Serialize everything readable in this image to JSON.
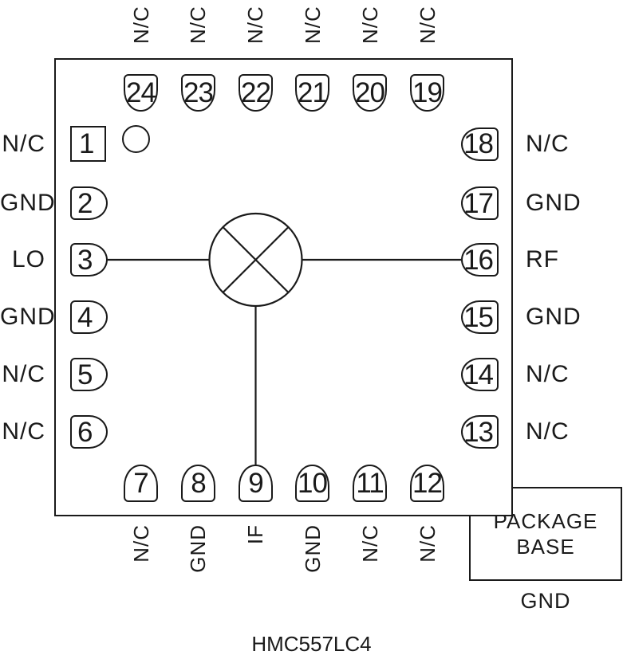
{
  "diagram": {
    "title": "HMC557LC4",
    "package_base": {
      "line1": "PACKAGE",
      "line2": "BASE",
      "ground_label": "GND"
    },
    "mixer_icon": "circle-with-x-mixer-symbol",
    "pins": {
      "top": [
        {
          "number": "24",
          "label": "N/C"
        },
        {
          "number": "23",
          "label": "N/C"
        },
        {
          "number": "22",
          "label": "N/C"
        },
        {
          "number": "21",
          "label": "N/C"
        },
        {
          "number": "20",
          "label": "N/C"
        },
        {
          "number": "19",
          "label": "N/C"
        }
      ],
      "bottom": [
        {
          "number": "7",
          "label": "N/C"
        },
        {
          "number": "8",
          "label": "GND"
        },
        {
          "number": "9",
          "label": "IF"
        },
        {
          "number": "10",
          "label": "GND"
        },
        {
          "number": "11",
          "label": "N/C"
        },
        {
          "number": "12",
          "label": "N/C"
        }
      ],
      "left": [
        {
          "number": "1",
          "label": "N/C"
        },
        {
          "number": "2",
          "label": "GND"
        },
        {
          "number": "3",
          "label": "LO"
        },
        {
          "number": "4",
          "label": "GND"
        },
        {
          "number": "5",
          "label": "N/C"
        },
        {
          "number": "6",
          "label": "N/C"
        }
      ],
      "right": [
        {
          "number": "18",
          "label": "N/C"
        },
        {
          "number": "17",
          "label": "GND"
        },
        {
          "number": "16",
          "label": "RF"
        },
        {
          "number": "15",
          "label": "GND"
        },
        {
          "number": "14",
          "label": "N/C"
        },
        {
          "number": "13",
          "label": "N/C"
        }
      ]
    },
    "colors": {
      "line": "#1a1a1a",
      "background": "#ffffff"
    }
  }
}
